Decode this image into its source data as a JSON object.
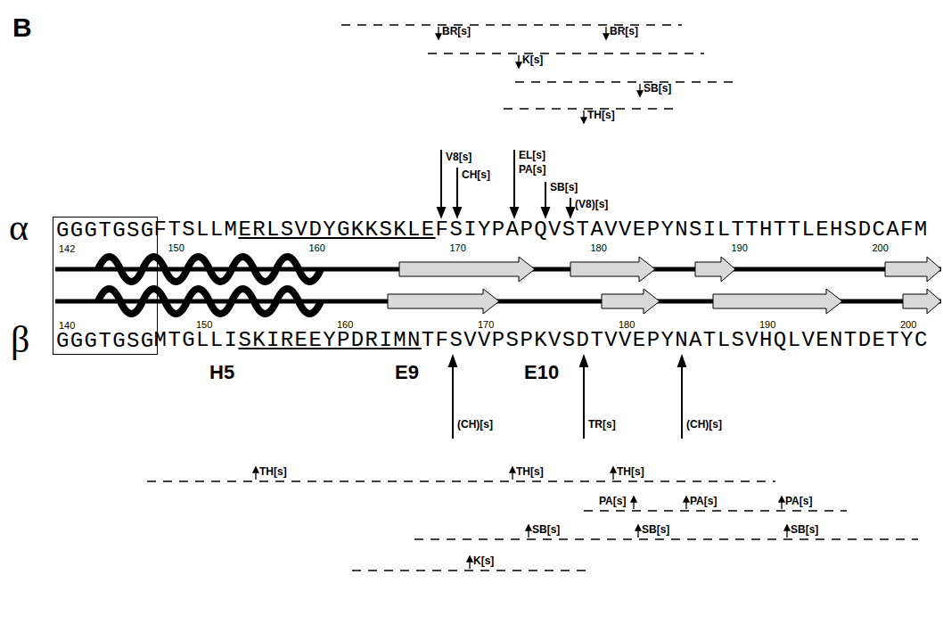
{
  "diagram": {
    "nodes": [
      {
        "text": [
          "GGGTGSG",
          "142",
          "140",
          "GGGTGSG"
        ]
      }
    ],
    "labels": [
      "B",
      "BR[s]",
      "BR[s]",
      "K[s]",
      "SB[s]",
      "TH[s]",
      "V8[s]",
      "CH[s]",
      "EL[s]",
      "PA[s]",
      "SB[s]",
      "(V8)[s]",
      "α",
      "FTSLLM",
      "ERLSVDYGKKSKLE",
      "FSIYPAPQVSTAVVEPYNSILTTHTTLEHSDCAFM",
      "150",
      "160",
      "170",
      "180",
      "190",
      "200",
      "β",
      "150",
      "160",
      "170",
      "180",
      "190",
      "200",
      "MTGLLI",
      "SKIREEYPDRIMN",
      "TFSVVPSPKVSDTVVEPYNATLSVHQLVENTDETYC",
      "H5",
      "E9",
      "E10",
      "(CH)[s]",
      "TR[s]",
      "(CH)[s]",
      "TH[s]",
      "TH[s]",
      "TH[s]",
      "PA[s]",
      "PA[s]",
      "PA[s]",
      "SB[s]",
      "SB[s]",
      "SB[s]",
      "K[s]"
    ]
  }
}
